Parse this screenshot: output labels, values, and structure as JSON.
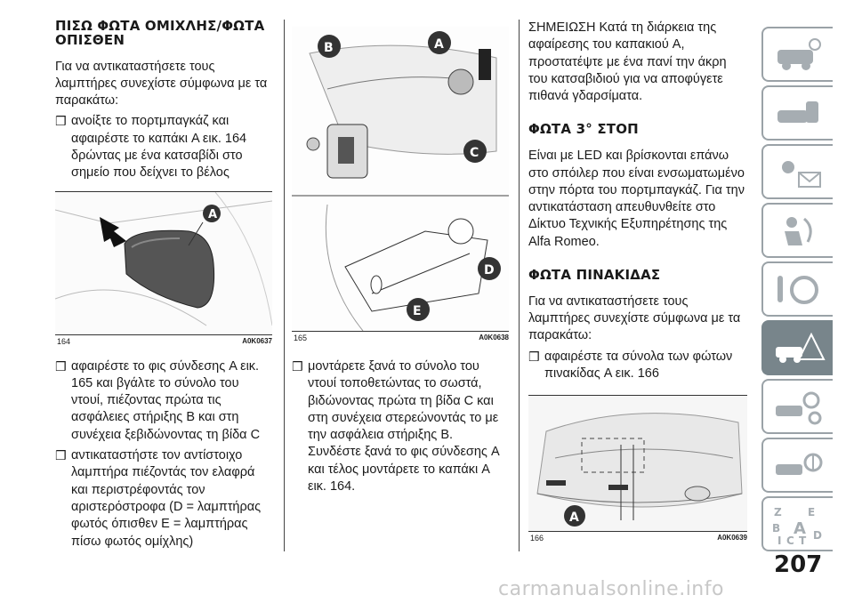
{
  "page_number": "207",
  "watermark": "carmanualsonline.info",
  "col1": {
    "heading": "ΠΙΣΩ ΦΩΤΑ ΟΜΙΧΛΗΣ/ΦΩΤΑ ΟΠΙΣΘΕΝ",
    "intro": "Για να αντικαταστήσετε τους λαμπτήρες συνεχίστε σύμφωνα με τα παρακάτω:",
    "bullet1": "ανοίξτε το πορτμπαγκάζ και αφαιρέστε το καπάκι A εικ. 164 δρώντας με ένα κατσαβίδι στο σημείο που δείχνει το βέλος",
    "fig_number": "164",
    "fig_code": "A0K0637",
    "fig_label": "A",
    "bullet2": "αφαιρέστε το φις σύνδεσης A εικ. 165 και βγάλτε το σύνολο του ντουί, πιέζοντας πρώτα τις ασφάλειες στήριξης B και στη συνέχεια ξεβιδώνοντας τη βίδα C",
    "bullet3": "αντικαταστήστε τον αντίστοιχο λαμπτήρα πιέζοντάς τον ελαφρά και περιστρέφοντάς τον αριστερόστροφα (D = λαμπτήρας φωτός όπισθεν E = λαμπτήρας πίσω φωτός ομίχλης)"
  },
  "col2": {
    "fig_number": "165",
    "fig_code": "A0K0638",
    "labels": [
      "B",
      "A",
      "C",
      "D",
      "E"
    ],
    "bullet1": "μοντάρετε ξανά το σύνολο του ντουί τοποθετώντας το σωστά, βιδώνοντας πρώτα τη βίδα C και στη συνέχεια στερεώνοντάς το με την ασφάλεια στήριξης B. Συνδέστε ξανά το φις σύνδεσης A και τέλος μοντάρετε το καπάκι A εικ. 164."
  },
  "col3": {
    "note": "ΣΗΜΕΙΩΣΗ Κατά τη διάρκεια της αφαίρεσης του καπακιού A, προστατέψτε με ένα πανί την άκρη του κατσαβιδιού για να αποφύγετε πιθανά γδαρσίματα.",
    "heading1": "ΦΩΤΑ 3° ΣΤΟΠ",
    "para1": "Είναι με LED και βρίσκονται επάνω στο σπόιλερ που είναι ενσωματωμένο στην πόρτα του πορτμπαγκάζ. Για την αντικατάσταση απευθυνθείτε στο Δίκτυο Τεχνικής Εξυπηρέτησης της Alfa Romeo.",
    "heading2": "ΦΩΤΑ ΠΙΝΑΚΙΔΑΣ",
    "para2": "Για να αντικαταστήσετε τους λαμπτήρες συνεχίστε σύμφωνα με τα παρακάτω:",
    "bullet1": "αφαιρέστε τα σύνολα των φώτων πινακίδας A εικ. 166",
    "fig_number": "166",
    "fig_code": "A0K0639",
    "fig_label": "A"
  },
  "bullet_glyph": "❒",
  "sidebar_tabs": [
    {
      "icon": "car-dashboard-icon"
    },
    {
      "icon": "car-key-icon"
    },
    {
      "icon": "warning-light-icon"
    },
    {
      "icon": "airbag-seat-icon"
    },
    {
      "icon": "steering-wheel-icon"
    },
    {
      "icon": "breakdown-car-icon",
      "active": true
    },
    {
      "icon": "service-gears-icon"
    },
    {
      "icon": "technical-data-icon"
    },
    {
      "icon": "index-letters-icon"
    }
  ],
  "index_letters": [
    "Z",
    "E",
    "B",
    "A",
    "I",
    "C",
    "T",
    "D"
  ]
}
